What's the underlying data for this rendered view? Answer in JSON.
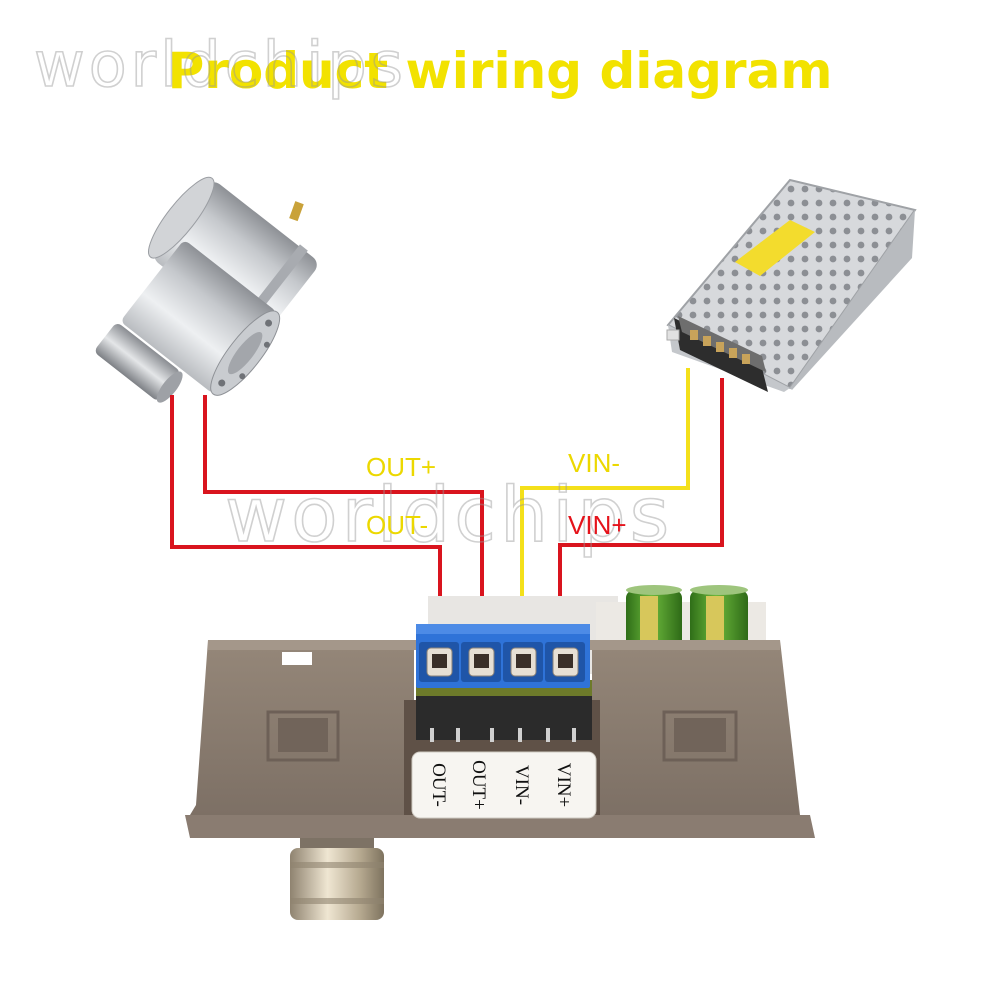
{
  "title": "Product wiring diagram",
  "watermark": "worldchips",
  "wire_labels": {
    "out_plus": "OUT+",
    "out_minus": "OUT-",
    "vin_minus": "VIN-",
    "vin_plus": "VIN+"
  },
  "terminal_labels": [
    "OUT-",
    "OUT+",
    "VIN-",
    "VIN+"
  ],
  "components": [
    "dc-gear-motor",
    "switching-power-supply",
    "motor-speed-controller"
  ],
  "colors": {
    "title": "#f2e200",
    "wire_red": "#d9141e",
    "wire_yellow": "#f4e01a",
    "label_yellow": "#ecd800",
    "label_red": "#e5131b",
    "terminal_block": "#2f73d8",
    "housing": "#8b7d72",
    "capacitor": "#4f9a2c"
  }
}
